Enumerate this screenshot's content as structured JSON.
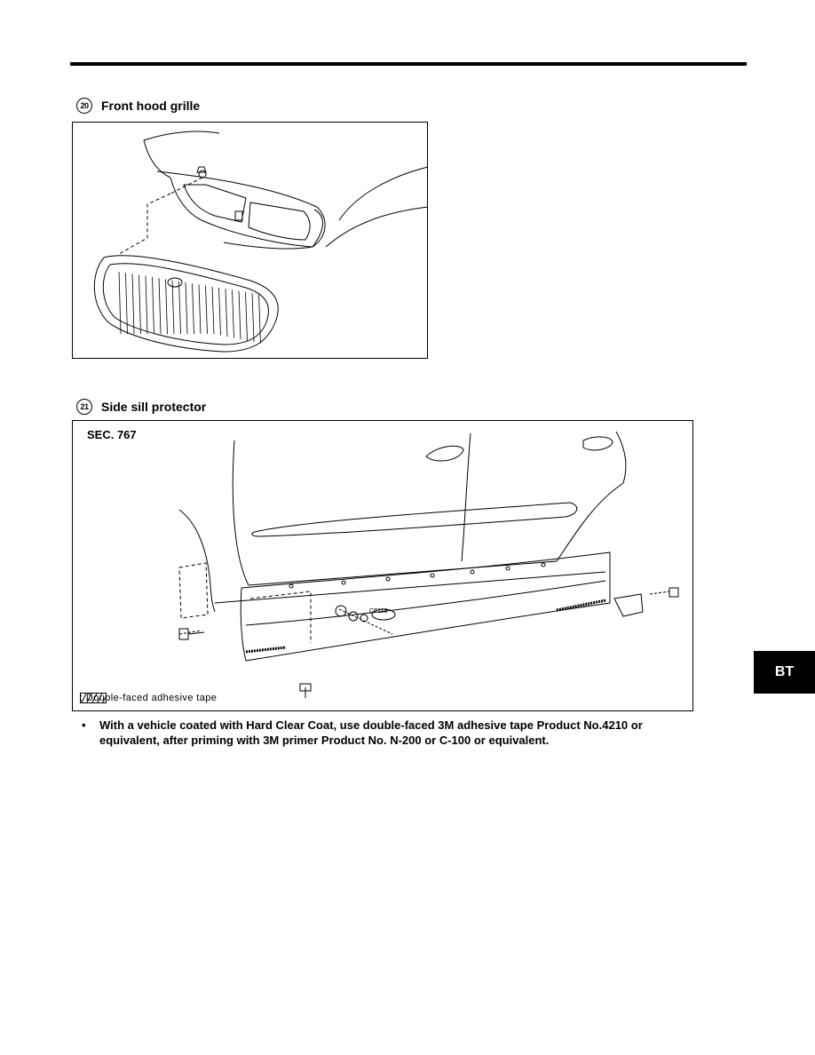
{
  "sections": [
    {
      "number": "20",
      "title": "Front hood grille"
    },
    {
      "number": "21",
      "title": "Side sill protector"
    }
  ],
  "figure2": {
    "sec_label": "SEC. 767",
    "clip_code": "CF118",
    "legend_text": ": Double-faced adhesive tape"
  },
  "note": {
    "bullet": "•",
    "text": "With a vehicle coated with Hard Clear Coat, use double-faced 3M adhesive tape Product No.4210 or equivalent, after priming with 3M primer Product No. N-200 or C-100 or equivalent."
  },
  "side_tab": {
    "label": "BT"
  }
}
